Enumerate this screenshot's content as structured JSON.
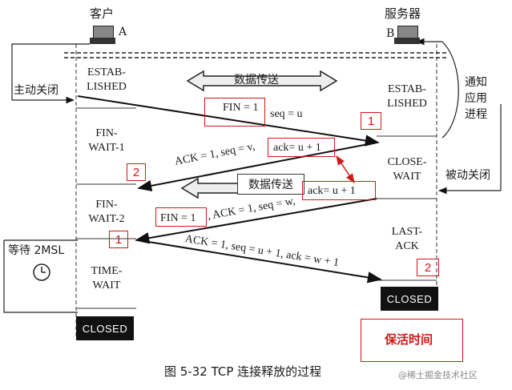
{
  "hosts": {
    "client_label": "客户",
    "server_label": "服务器",
    "client_id": "A",
    "server_id": "B"
  },
  "client_states": [
    "ESTAB-\nLISHED",
    "FIN-\nWAIT-1",
    "FIN-\nWAIT-2",
    "TIME-\nWAIT"
  ],
  "server_states": [
    "ESTAB-\nLISHED",
    "CLOSE-\nWAIT",
    "LAST-\nACK"
  ],
  "closed_label": "CLOSED",
  "side_labels": {
    "active_close": "主动关闭",
    "passive_close": "被动关闭",
    "notify_app": "通知\n应用\n进程",
    "wait_2msl": "等待 2MSL"
  },
  "data_transfer_label": "数据传送",
  "segments": {
    "fin1_a": "FIN = 1",
    "fin1_b": "seq = u",
    "ack1_a": "ACK = 1, seq = v,",
    "ack1_b": "ack= u + 1",
    "data2_ack": "ack= u + 1",
    "fin2_a": "FIN = 1",
    "fin2_b": ", ACK = 1, seq = w,",
    "ack2": "ACK = 1, seq = u + 1, ack = w + 1"
  },
  "annotations": {
    "badge_1": "1",
    "badge_2": "2",
    "keepalive": "保活时间"
  },
  "caption": "图 5-32    TCP 连接释放的过程",
  "watermark": "@稀土掘金技术社区",
  "colors": {
    "annotation": "#d01818",
    "closed_bg": "#111111"
  }
}
